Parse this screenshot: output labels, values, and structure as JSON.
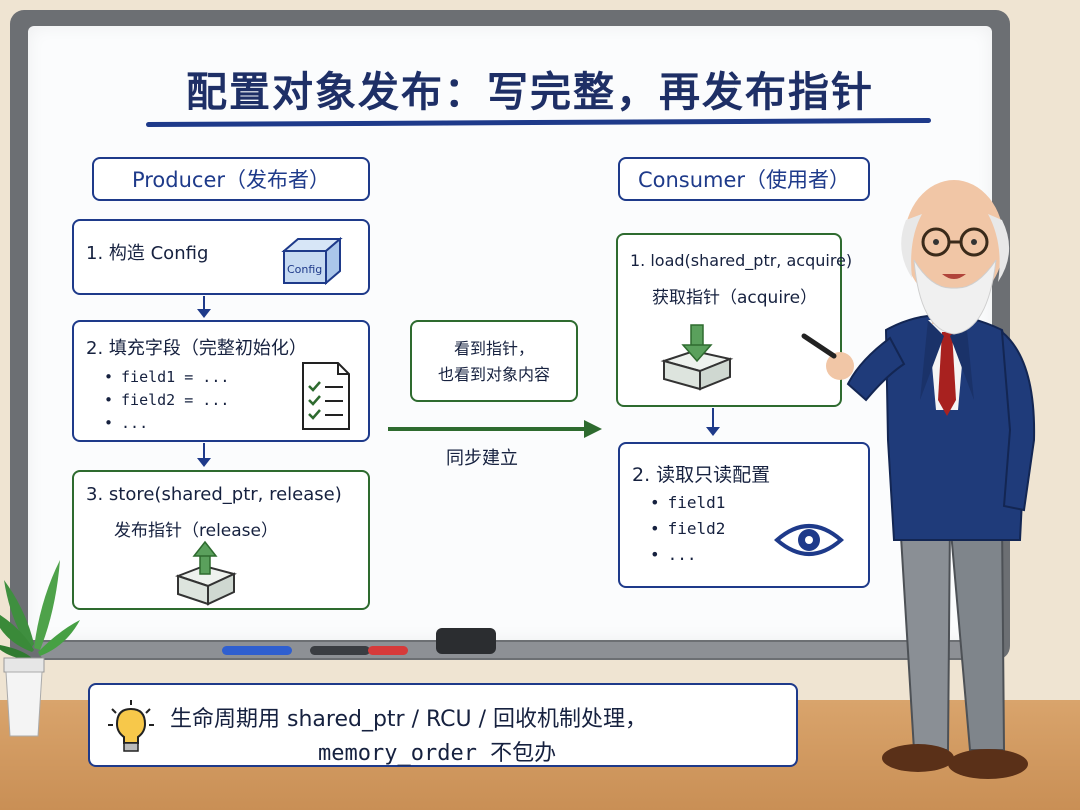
{
  "title": "配置对象发布：写完整，再发布指针",
  "producer": {
    "header": "Producer（发布者）",
    "step1": {
      "title": "1. 构造 Config",
      "icon_label": "Config"
    },
    "step2": {
      "title": "2. 填充字段（完整初始化）",
      "fields": [
        "field1 = ...",
        "field2 = ...",
        "..."
      ]
    },
    "step3": {
      "title": "3. store(shared_ptr, release)",
      "subtitle": "发布指针（release）"
    }
  },
  "consumer": {
    "header": "Consumer（使用者）",
    "step1": {
      "title": "1. load(shared_ptr, acquire)",
      "subtitle": "获取指针（acquire）"
    },
    "step2": {
      "title": "2. 读取只读配置",
      "fields": [
        "field1",
        "field2",
        "..."
      ]
    }
  },
  "sync": {
    "box_line1": "看到指针，",
    "box_line2": "也看到对象内容",
    "arrow_label": "同步建立"
  },
  "note": {
    "line1": "生命周期用 shared_ptr / RCU / 回收机制处理，",
    "line2": "memory_order 不包办"
  },
  "colors": {
    "navy": "#1e3a8a",
    "green": "#2e6b2f",
    "marker_blue": "#2f5fd0",
    "marker_red": "#d63a3a"
  },
  "icons": [
    "box-icon",
    "checklist-icon",
    "upload-box-icon",
    "download-box-icon",
    "eye-icon",
    "lightbulb-icon"
  ]
}
